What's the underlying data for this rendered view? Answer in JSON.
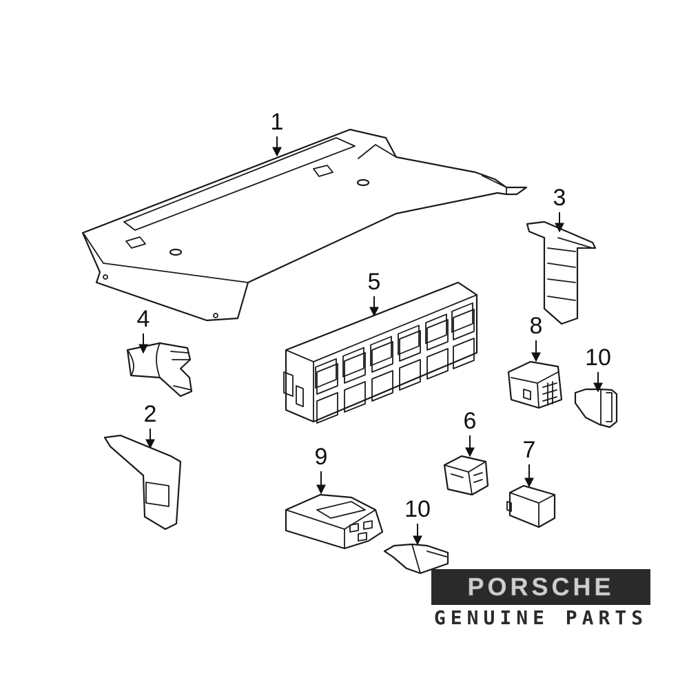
{
  "callouts": [
    {
      "id": "c1",
      "label": "1"
    },
    {
      "id": "c2",
      "label": "2"
    },
    {
      "id": "c3",
      "label": "3"
    },
    {
      "id": "c4",
      "label": "4"
    },
    {
      "id": "c5",
      "label": "5"
    },
    {
      "id": "c6",
      "label": "6"
    },
    {
      "id": "c7",
      "label": "7"
    },
    {
      "id": "c8",
      "label": "8"
    },
    {
      "id": "c9",
      "label": "9"
    },
    {
      "id": "c10a",
      "label": "10"
    },
    {
      "id": "c10b",
      "label": "10"
    }
  ],
  "brand": {
    "logo_word": "PORSCHE",
    "tagline": "GENUINE PARTS",
    "colors": {
      "logo_bg": "#2a2a2a",
      "logo_text": "#cfcfcf",
      "tagline": "#2b2b2b"
    }
  }
}
